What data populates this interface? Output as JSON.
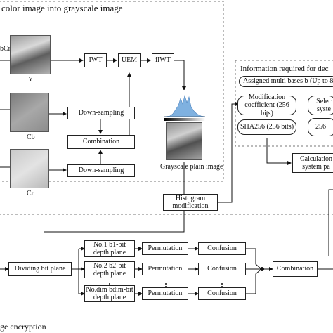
{
  "top_section": {
    "title": "color image into grayscale image",
    "left_label": "bCr",
    "y_label": "Y",
    "cb_label": "Cb",
    "cr_label": "Cr",
    "iwt": "IWT",
    "uem": "UEM",
    "iiwt": "iIWT",
    "downsampling_1": "Down-sampling",
    "downsampling_2": "Down-sampling",
    "combination": "Combination",
    "grayscale_caption": "Grayscale plain image"
  },
  "info_panel": {
    "title": "Information required for dec",
    "bases": "Assigned multi bases b (Up to 8",
    "modification_coef": "Modification coefficient (256 bits)",
    "select": "Selec syste",
    "sha": "SHA256 (256 bits)",
    "n256": "256",
    "calc": "Calculation system pa"
  },
  "histogram_mod": "Histogram modification",
  "bottom_section": {
    "dividing": "Dividing bit plane",
    "plane1": "No.1 b1-bit depth plane",
    "plane2": "No.2 b2-bit depth plane",
    "planeN": "No.dim bdim-bit depth plane",
    "perm1": "Permutation",
    "perm2": "Permutation",
    "perm3": "Permutation",
    "conf1": "Confusion",
    "conf2": "Confusion",
    "conf3": "Confusion",
    "combination": "Combination",
    "footer": "ge encryption"
  }
}
